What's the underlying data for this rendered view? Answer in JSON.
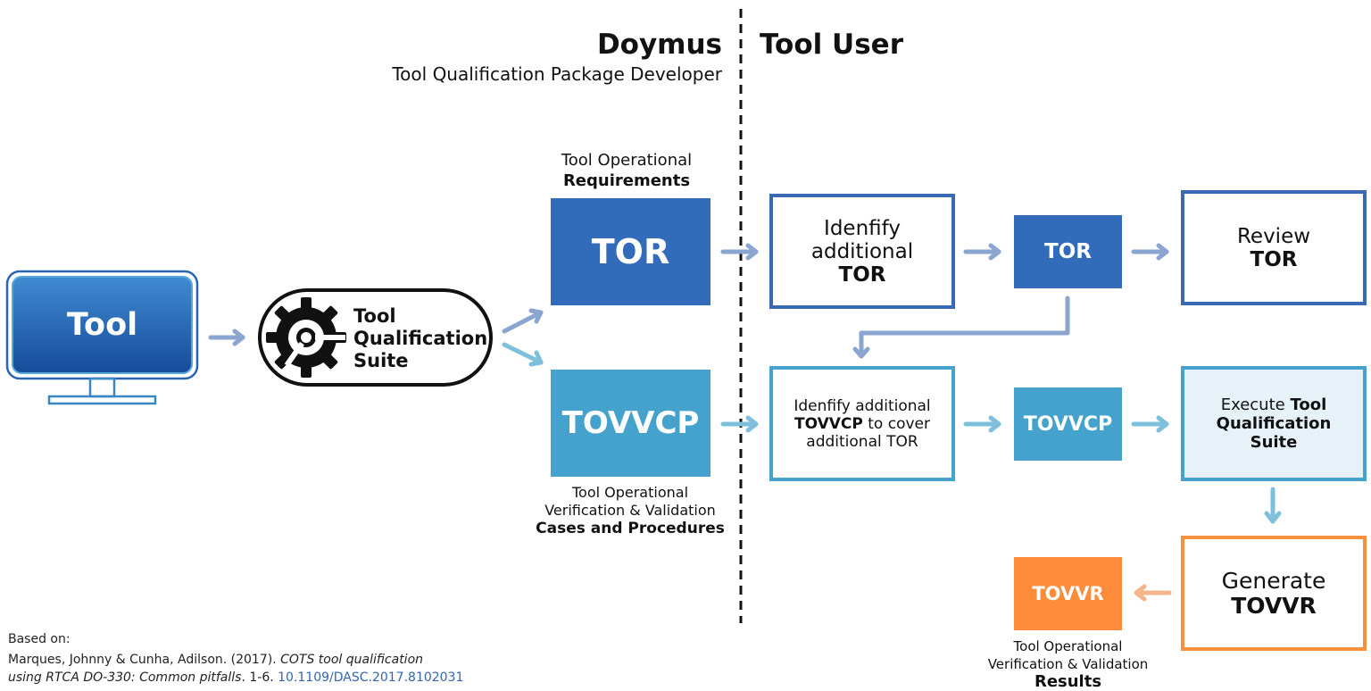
{
  "header": {
    "left_title": "Doymus",
    "left_subtitle": "Tool Qualification Package Developer",
    "right_title": "Tool User"
  },
  "tool_monitor": {
    "label": "Tool"
  },
  "suite_pill": {
    "line1": "Tool",
    "line2": "Qualification",
    "line3": "Suite"
  },
  "tor_block": {
    "caption_line1": "Tool Operational",
    "caption_line2": "Requirements",
    "label": "TOR"
  },
  "tovvcp_block": {
    "label": "TOVVCP",
    "caption_line1": "Tool Operational",
    "caption_line2": "Verification & Validation",
    "caption_line3": "Cases and Procedures"
  },
  "identify_tor": {
    "line1": "Idenfify",
    "line2": "additional",
    "line3": "TOR"
  },
  "tor_small": {
    "label": "TOR"
  },
  "review_tor": {
    "line1": "Review",
    "line2": "TOR"
  },
  "identify_tovvcp": {
    "line1": "Idenfify additional",
    "line2_bold": "TOVVCP",
    "line2_rest": " to cover",
    "line3": "additional TOR"
  },
  "tovvcp_small": {
    "label": "TOVVCP"
  },
  "execute_suite": {
    "line1_plain": "Execute ",
    "line1_bold": "Tool",
    "line2": "Qualification",
    "line3": "Suite"
  },
  "generate_tovvr": {
    "line1": "Generate",
    "line2": "TOVVR"
  },
  "tovvr_block": {
    "label": "TOVVR",
    "caption_line1": "Tool Operational",
    "caption_line2": "Verification & Validation",
    "caption_line3": "Results"
  },
  "reference": {
    "based_on": "Based on:",
    "line1_plain": "Marques, Johnny & Cunha, Adilson. (2017). ",
    "line1_italic": "COTS tool qualification",
    "line2_italic": "using RTCA DO-330: Common pitfalls",
    "line2_plain": ". 1-6. ",
    "doi": "10.1109/DASC.2017.8102031"
  },
  "colors": {
    "dark_blue": "#336bbb",
    "light_blue": "#44a2cc",
    "orange": "#ff8c3a",
    "arrow_dark": "#8aa5d0",
    "arrow_light": "#7ec0dc",
    "arrow_orange": "#f5b58a"
  }
}
